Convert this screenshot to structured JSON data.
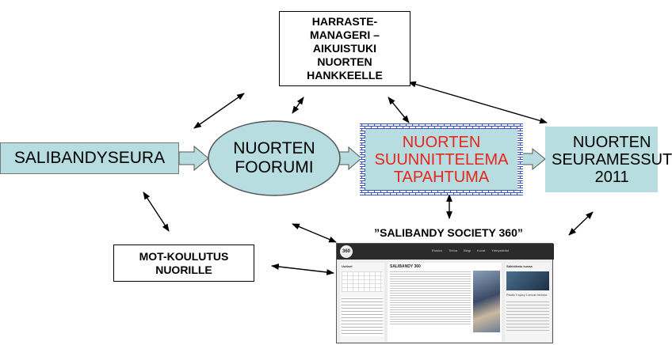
{
  "nodes": {
    "harraste": "HARRASTE-\nMANAGERI –\nAIKUISTUKI\nNUORTEN\nHANKKEELLE",
    "salibandyseura": "SALIBANDYSEURA",
    "nuorten_foorumi": "NUORTEN\nFOORUMI",
    "suunnittelema": "NUORTEN\nSUUNNITTELEMA\nTAPAHTUMA",
    "seuramessut": "NUORTEN\nSEURAMESSUT\n2011",
    "mot_koulutus": "MOT-KOULUTUS\nNUORILLE",
    "society_title": "”SALIBANDY SOCIETY 360”"
  },
  "website": {
    "logo": "360",
    "nav": [
      "Etusivu",
      "Tietoa",
      "Blogi",
      "Kuvat",
      "Yhteystiedot"
    ],
    "article_title": "SALIBANDY 360",
    "sidebar_title": "Uutiset",
    "right_title": "Sähkökatu kuvaa",
    "right_caption": "Pelattu 9 syksy 3 seuran tiedotus"
  },
  "colors": {
    "teal_fill": "#b7dde0",
    "red_text": "#e8261c",
    "brick_blue": "#3a52c4",
    "arrow": "#000000"
  }
}
